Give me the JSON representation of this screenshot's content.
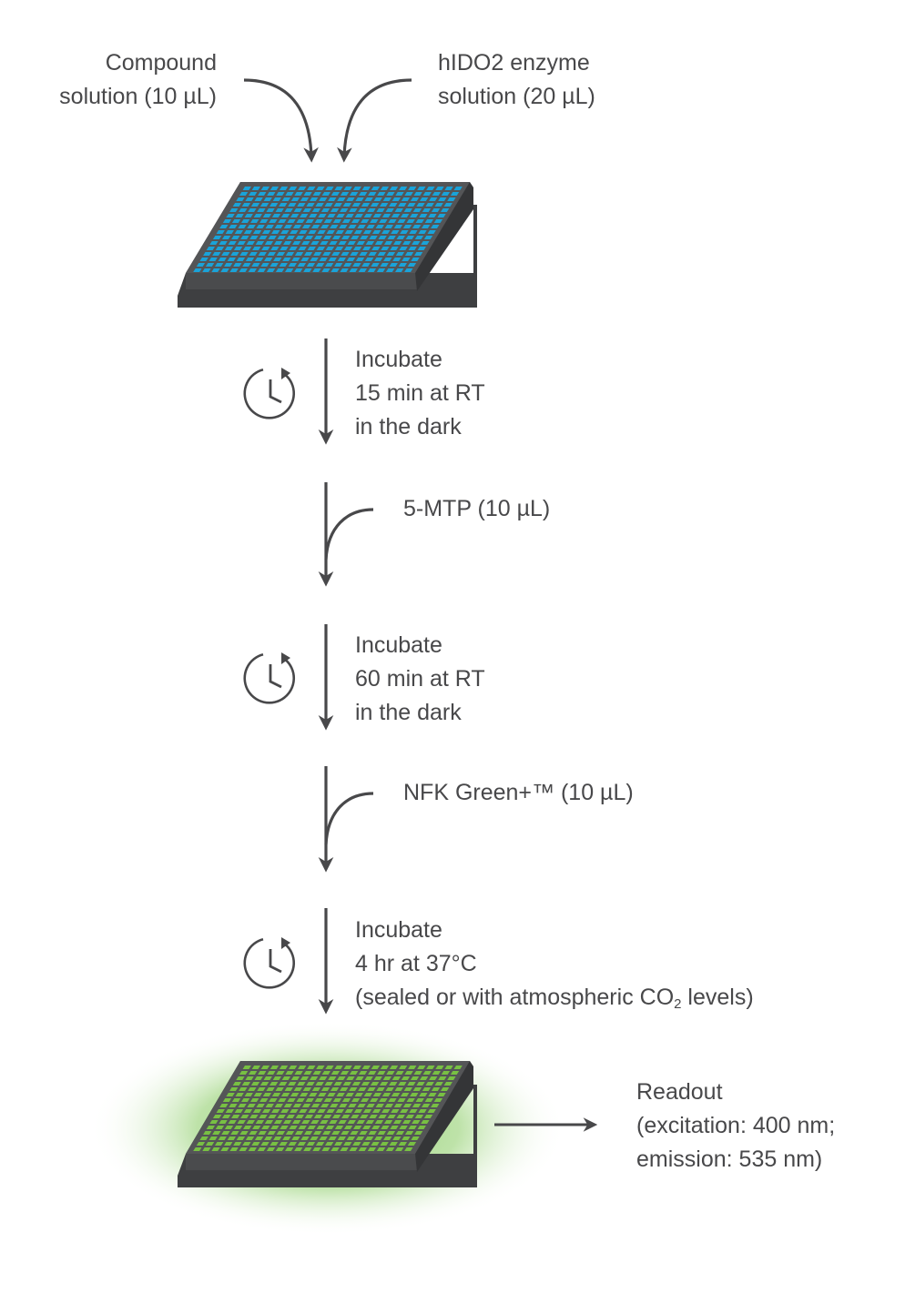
{
  "inputs": {
    "compound_line1": "Compound",
    "compound_line2": "solution (10 µL)",
    "enzyme_line1": "hIDO2 enzyme",
    "enzyme_line2": "solution (20 µL)"
  },
  "steps": {
    "incubate1": {
      "line1": "Incubate",
      "line2": "15 min at RT",
      "line3": "in the dark"
    },
    "add1": {
      "label": "5-MTP (10 µL)"
    },
    "incubate2": {
      "line1": "Incubate",
      "line2": "60 min at RT",
      "line3": "in the dark"
    },
    "add2": {
      "label": "NFK Green+™ (10 µL)"
    },
    "incubate3": {
      "line1": "Incubate",
      "line2": "4 hr at 37°C",
      "line3_pre": "(sealed or with atmospheric CO",
      "line3_sub": "2",
      "line3_post": " levels)"
    }
  },
  "readout": {
    "line1": "Readout",
    "line2": "(excitation: 400 nm;",
    "line3": "emission: 535 nm)"
  },
  "colors": {
    "plate_body": "#3e3f41",
    "plate_top": "#545557",
    "wells_blue": "#1aa3d9",
    "wells_green": "#78c043",
    "glow_green": "#8ccd68",
    "arrow": "#48484a"
  },
  "icons": [
    "clock-refresh-icon",
    "microplate-icon"
  ]
}
